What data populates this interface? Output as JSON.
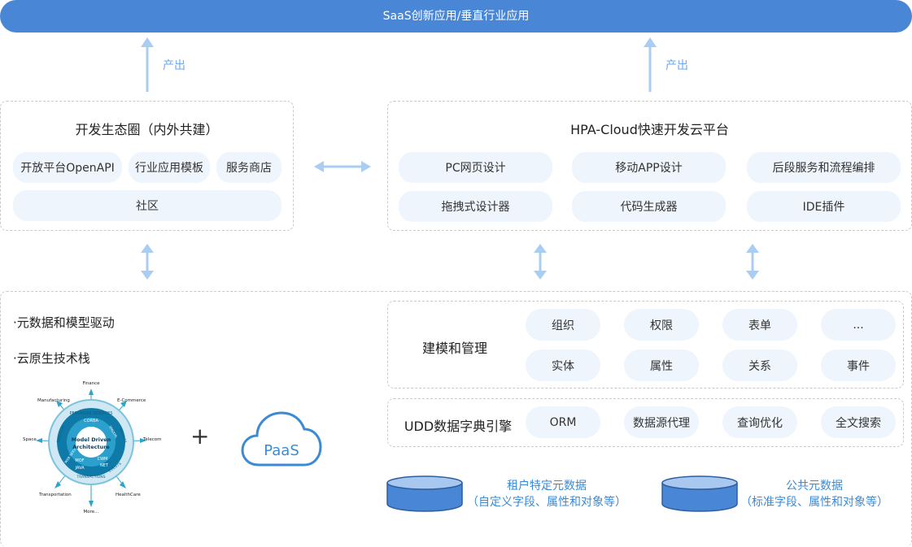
{
  "top_bar": {
    "label": "SaaS创新应用/垂直行业应用"
  },
  "arrows": {
    "left_output": "产出",
    "right_output": "产出"
  },
  "ecosystem": {
    "title": "开发生态圈（内外共建）",
    "items": [
      "开放平台OpenAPI",
      "行业应用模板",
      "服务商店"
    ],
    "community": "社区"
  },
  "platform": {
    "title": "HPA-Cloud快速开发云平台",
    "items": [
      "PC网页设计",
      "移动APP设计",
      "后段服务和流程编排",
      "拖拽式设计器",
      "代码生成器",
      "IDE插件"
    ]
  },
  "bottom_left": {
    "bullets": [
      "·元数据和模型驱动",
      "·云原生技术栈"
    ],
    "plus": "+",
    "paas_label": "PaaS",
    "mda": {
      "center_line1": "Model Driven",
      "center_line2": "Architecture",
      "inner_ring": [
        "UML",
        "MOF",
        "CWM"
      ],
      "ring_labels": [
        "PERVASIVE SERVICES",
        "CORBA",
        "JAVA",
        "NET",
        "WEB SERVICES",
        "XMI/XML",
        "DIRECTORY",
        "SECURITY",
        "TRANSACTIONS",
        "EVENTS"
      ],
      "outer": [
        "Finance",
        "E-Commerce",
        "Telecom",
        "HealthCare",
        "More...",
        "Transportation",
        "Space",
        "Manufacturing"
      ]
    }
  },
  "modeling": {
    "title": "建模和管理",
    "items": [
      "组织",
      "权限",
      "表单",
      "...",
      "实体",
      "属性",
      "关系",
      "事件"
    ]
  },
  "udd": {
    "title": "UDD数据字典引擎",
    "items": [
      "ORM",
      "数据源代理",
      "查询优化",
      "全文搜索"
    ]
  },
  "databases": [
    {
      "line1": "租户特定元数据",
      "line2": "（自定义字段、属性和对象等）"
    },
    {
      "line1": "公共元数据",
      "line2": "（标准字段、属性和对象等）"
    }
  ],
  "colors": {
    "accent": "#4a86d6",
    "light_arrow": "#a9cdf3",
    "pill_bg": "#eef5fd",
    "cyl_label": "#3a8ad6"
  }
}
